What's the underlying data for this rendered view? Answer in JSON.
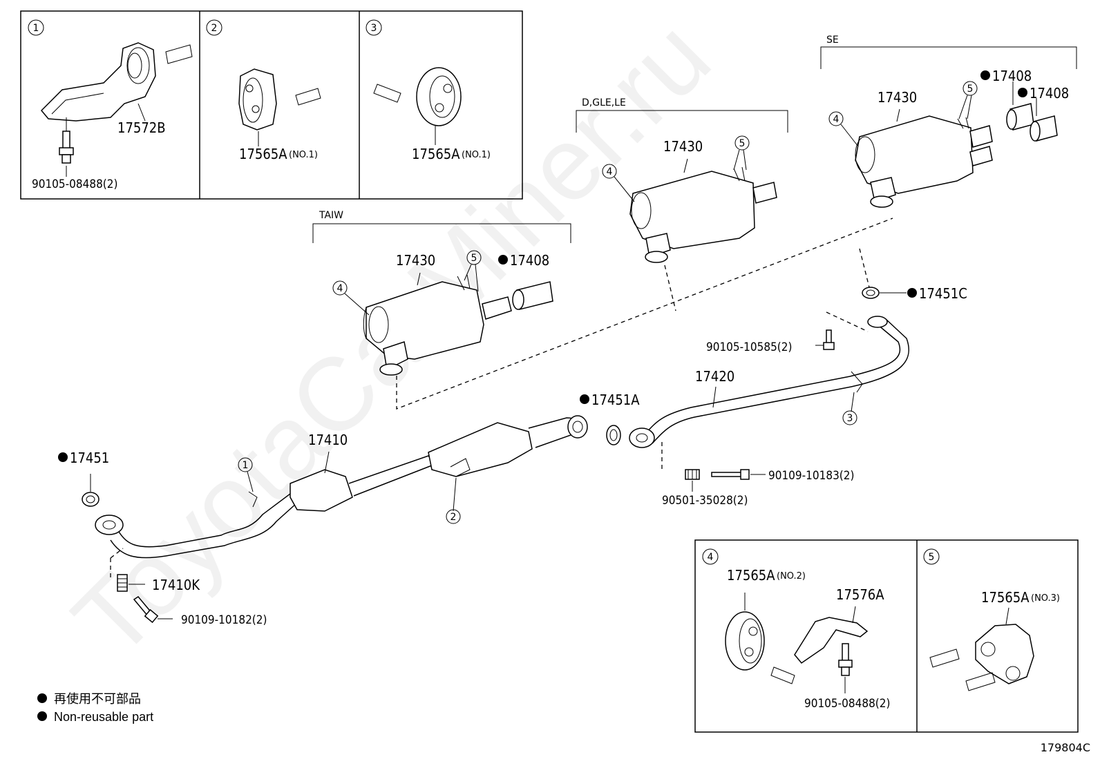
{
  "watermark": "ToyotaCarMiner.ru",
  "doc_id": "179804C",
  "legend": {
    "jp": "再使用不可部品",
    "en": "Non-reusable part"
  },
  "inset_top": {
    "panel1": {
      "num": "1",
      "part": "17572B",
      "bolt": "90105-08488(2)"
    },
    "panel2": {
      "num": "2",
      "part": "17565A",
      "note": "(NO.1)"
    },
    "panel3": {
      "num": "3",
      "part": "17565A",
      "note": "(NO.1)"
    }
  },
  "inset_bottom": {
    "panel4": {
      "num": "4",
      "part1": "17565A",
      "note1": "(NO.2)",
      "part2": "17576A",
      "bolt": "90105-08488(2)"
    },
    "panel5": {
      "num": "5",
      "part": "17565A",
      "note": "(NO.3)"
    }
  },
  "groups": {
    "taiw": "TAIW",
    "dgle": "D,GLE,LE",
    "se": "SE"
  },
  "labels": {
    "muffler_taiw": "17430",
    "tip_taiw": "17408",
    "muffler_dgle": "17430",
    "muffler_se": "17430",
    "tip_se_1": "17408",
    "tip_se_2": "17408",
    "gasket_c": "17451C",
    "bolt_center": "90105-10585(2)",
    "center_pipe": "17420",
    "gasket_a": "17451A",
    "front_pipe": "17410",
    "gasket_front": "17451",
    "spring_front": "17410K",
    "bolt_front": "90109-10182(2)",
    "bolt_rear": "90109-10183(2)",
    "spring_rear": "90501-35028(2)"
  },
  "callouts": {
    "c1": "1",
    "c2": "2",
    "c3": "3",
    "c4_taiw": "4",
    "c5_taiw": "5",
    "c4_dgle": "4",
    "c5_dgle": "5",
    "c4_se": "4",
    "c5_se": "5"
  }
}
